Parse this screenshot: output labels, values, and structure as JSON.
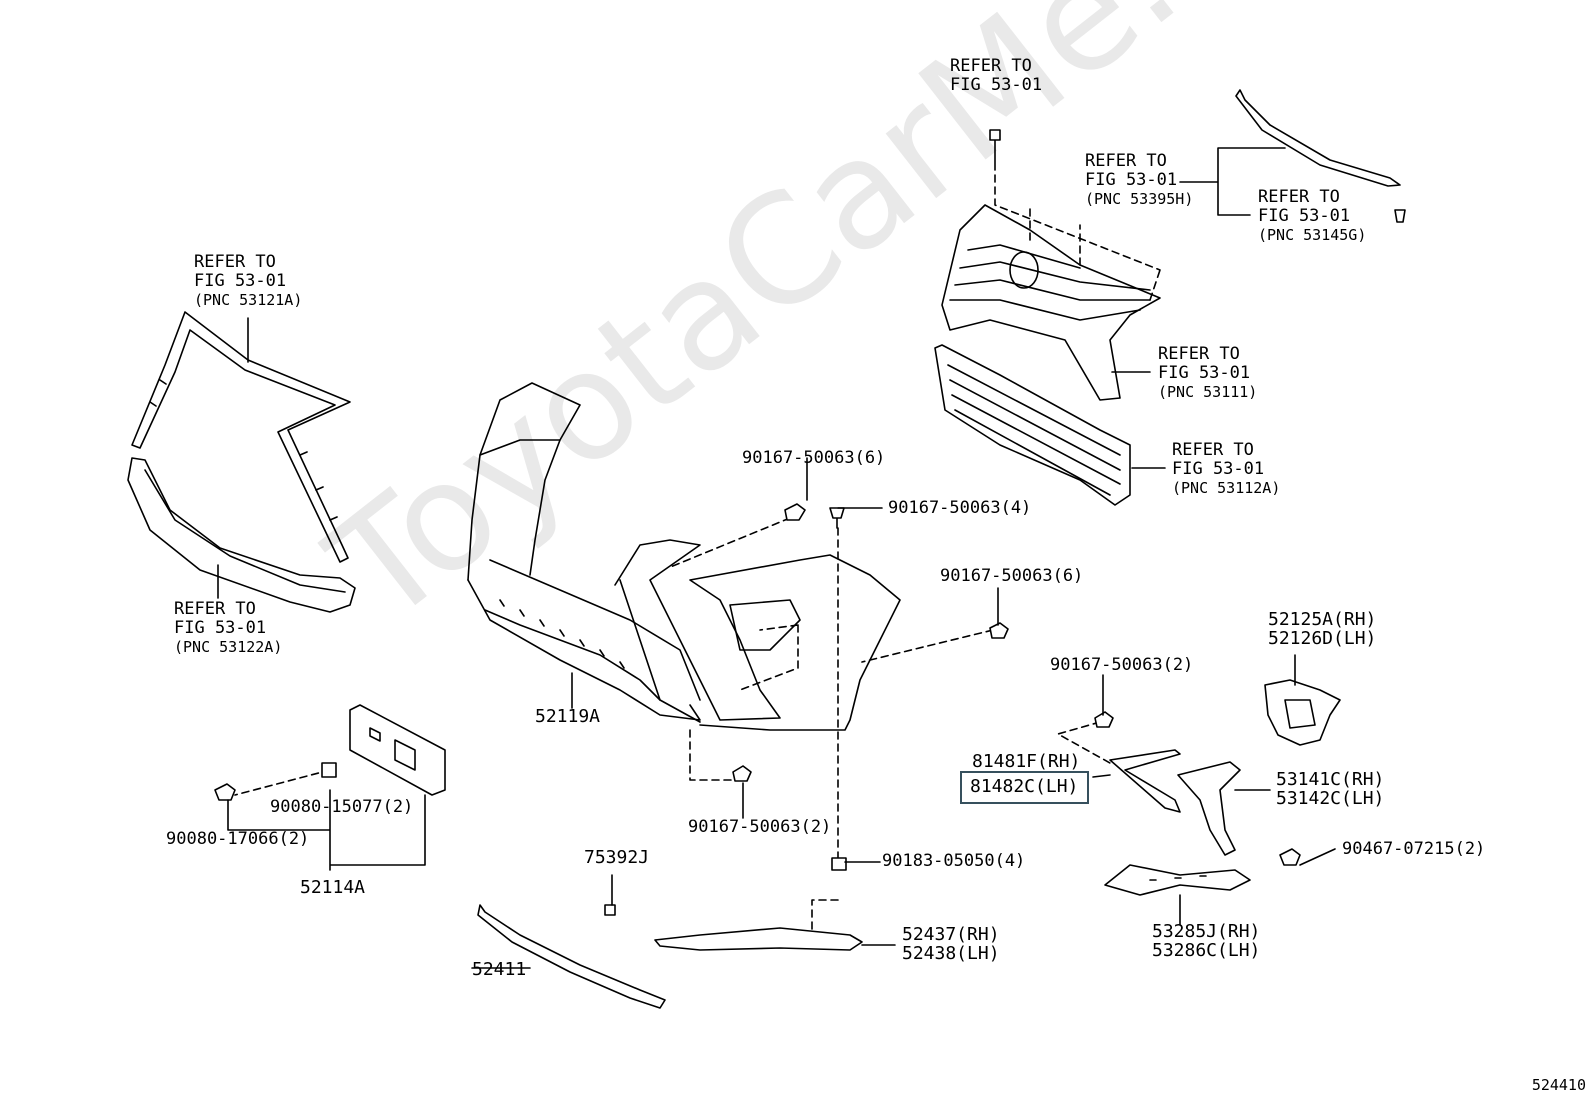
{
  "watermark": "ToyotaCarMe.ru",
  "figure_number": "524410",
  "highlighted_part": "81482C(LH)",
  "refer_to": {
    "fig53_01_top": {
      "line1": "REFER TO",
      "line2": "FIG 53-01"
    },
    "pnc_53395h": {
      "line1": "REFER TO",
      "line2": "FIG 53-01",
      "line3": "(PNC 53395H)"
    },
    "pnc_53145g": {
      "line1": "REFER TO",
      "line2": "FIG 53-01",
      "line3": "(PNC 53145G)"
    },
    "pnc_53121a": {
      "line1": "REFER TO",
      "line2": "FIG 53-01",
      "line3": "(PNC 53121A)"
    },
    "pnc_53122a": {
      "line1": "REFER TO",
      "line2": "FIG 53-01",
      "line3": "(PNC 53122A)"
    },
    "pnc_53111": {
      "line1": "REFER TO",
      "line2": "FIG 53-01",
      "line3": "(PNC 53111)"
    },
    "pnc_53112a": {
      "line1": "REFER TO",
      "line2": "FIG 53-01",
      "line3": "(PNC 53112A)"
    }
  },
  "parts": {
    "p90167_50063_6_a": "90167-50063(6)",
    "p90167_50063_4": "90167-50063(4)",
    "p90167_50063_6_b": "90167-50063(6)",
    "p90167_50063_2_a": "90167-50063(2)",
    "p90167_50063_2_b": "90167-50063(2)",
    "p52119a": "52119A",
    "p52125a": "52125A(RH)",
    "p52126d": "52126D(LH)",
    "p81481f": "81481F(RH)",
    "p81482c": "81482C(LH)",
    "p53141c": "53141C(RH)",
    "p53142c": "53142C(LH)",
    "p90467": "90467-07215(2)",
    "p90183": "90183-05050(4)",
    "p90080_15077": "90080-15077(2)",
    "p90080_17066": "90080-17066(2)",
    "p52114a": "52114A",
    "p75392j": "75392J",
    "p52437": "52437(RH)",
    "p52438": "52438(LH)",
    "p52411": "52411",
    "p53285j": "53285J(RH)",
    "p53286c": "53286C(LH)"
  }
}
